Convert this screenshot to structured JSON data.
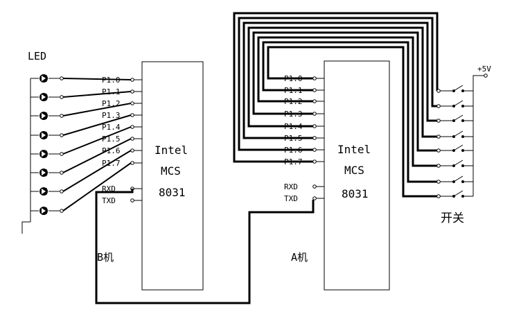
{
  "led_label": "LED",
  "switch_label": "开关",
  "power_label": "+5V",
  "chip_b": {
    "name": "B机",
    "lines": [
      "Intel",
      "MCS",
      "8031"
    ],
    "pins": [
      "P1.0",
      "P1.1",
      "P1.2",
      "P1.3",
      "P1.4",
      "P1.5",
      "P1.6",
      "P1.7"
    ],
    "rxd": "RXD",
    "txd": "TXD"
  },
  "chip_a": {
    "name": "A机",
    "lines": [
      "Intel",
      "MCS",
      "8031"
    ],
    "pins": [
      "P1.0",
      "P1.1",
      "P1.2",
      "P1.3",
      "P1.4",
      "P1.5",
      "P1.6",
      "P1.7"
    ],
    "rxd": "RXD",
    "txd": "TXD"
  },
  "led_count": 8,
  "switch_count": 8
}
